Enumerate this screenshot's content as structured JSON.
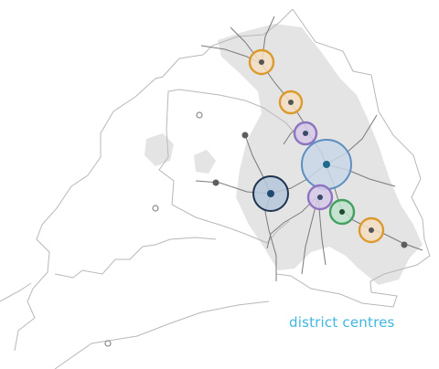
{
  "map": {
    "caption": "district centres",
    "colors": {
      "caption": "#41b6e0",
      "boundary": "#b8b8b8",
      "road": "#7a7a7a",
      "urban": "#e4e4e4",
      "node": "#5e5e5e",
      "hollow_node": "#8a8a8a"
    },
    "centres": [
      {
        "id": "north-1",
        "fill": "#f3dfc2",
        "stroke": "#dc9a2e",
        "dot": "#555555"
      },
      {
        "id": "north-2",
        "fill": "#f3dfc2",
        "stroke": "#dc9a2e",
        "dot": "#555555"
      },
      {
        "id": "central-north",
        "fill": "#d7cae9",
        "stroke": "#8e74c0",
        "dot": "#3a4a6a"
      },
      {
        "id": "city-centre",
        "fill": "#c9d7e8",
        "stroke": "#5e8ec0",
        "dot": "#1e6a8a"
      },
      {
        "id": "west-centre",
        "fill": "#b6c8dc",
        "stroke": "#1e3450",
        "dot": "#1e4a70"
      },
      {
        "id": "central-south",
        "fill": "#d7cae9",
        "stroke": "#8e74c0",
        "dot": "#3a4a6a"
      },
      {
        "id": "south-east",
        "fill": "#bfe3cc",
        "stroke": "#43a061",
        "dot": "#1e4a2e"
      },
      {
        "id": "south-east-2",
        "fill": "#f3dfc2",
        "stroke": "#dc9a2e",
        "dot": "#555555"
      }
    ]
  }
}
